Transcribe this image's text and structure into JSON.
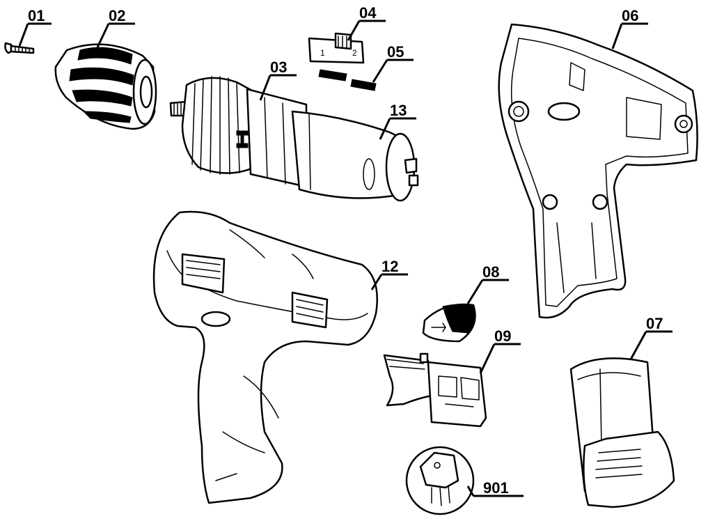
{
  "parts": [
    {
      "id": "screw",
      "number": "01"
    },
    {
      "id": "chuck",
      "number": "02"
    },
    {
      "id": "gearbox",
      "number": "03"
    },
    {
      "id": "switch-slider",
      "number": "04"
    },
    {
      "id": "springs",
      "number": "05"
    },
    {
      "id": "housing-half",
      "number": "06"
    },
    {
      "id": "battery",
      "number": "07"
    },
    {
      "id": "direction-button",
      "number": "08"
    },
    {
      "id": "trigger-switch",
      "number": "09"
    },
    {
      "id": "switch-detail",
      "number": "901"
    },
    {
      "id": "drill-body",
      "number": "12"
    },
    {
      "id": "motor",
      "number": "13"
    }
  ],
  "slider_marks": {
    "left": "1",
    "right": "2"
  }
}
